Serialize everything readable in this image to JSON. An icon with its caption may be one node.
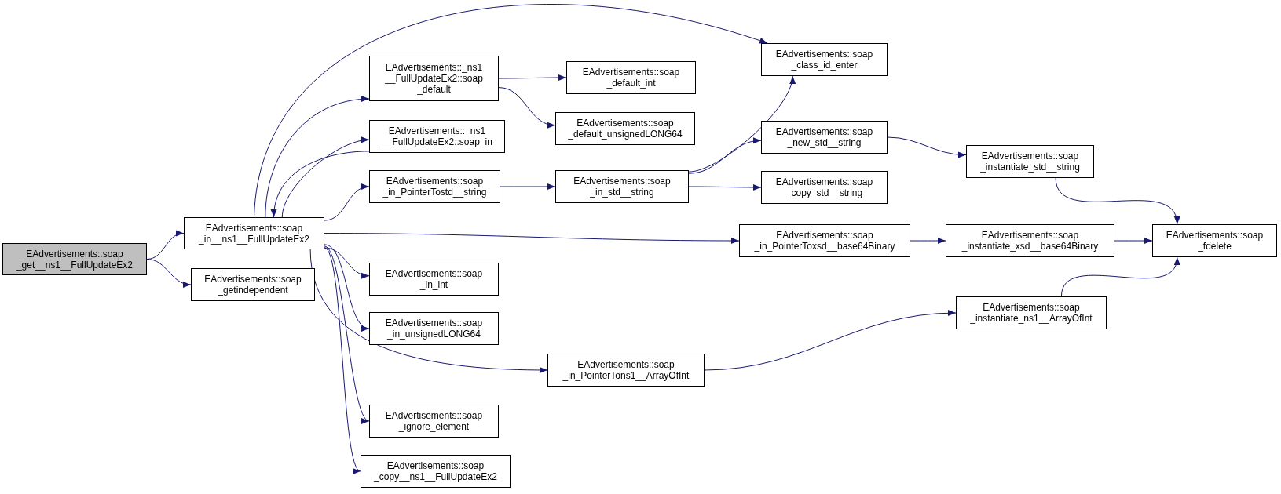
{
  "diagram": {
    "nodes": [
      {
        "text": [
          "EAdvertisements::soap _get__ns1__FullUpdateEx2"
        ]
      },
      {
        "text": [
          "EAdvertisements::soap _in__ns1__FullUpdateEx2"
        ]
      },
      {
        "text": [
          "EAdvertisements::soap _getindependent"
        ]
      },
      {
        "text": [
          "EAdvertisements::_ns1 __FullUpdateEx2::soap _default"
        ]
      },
      {
        "text": [
          "EAdvertisements::_ns1 __FullUpdateEx2::soap_in"
        ]
      },
      {
        "text": [
          "EAdvertisements::soap _in_PointerTostd__string"
        ]
      },
      {
        "text": [
          "EAdvertisements::soap _in_int"
        ]
      },
      {
        "text": [
          "EAdvertisements::soap _in_unsignedLONG64"
        ]
      },
      {
        "text": [
          "EAdvertisements::soap _ignore_element"
        ]
      },
      {
        "text": [
          "EAdvertisements::soap _copy__ns1__FullUpdateEx2"
        ]
      },
      {
        "text": [
          "EAdvertisements::soap _default_int"
        ]
      },
      {
        "text": [
          "EAdvertisements::soap _default_unsignedLONG64"
        ]
      },
      {
        "text": [
          "EAdvertisements::soap _in_std__string"
        ]
      },
      {
        "text": [
          "EAdvertisements::soap _in_PointerTons1__ArrayOfInt"
        ]
      },
      {
        "text": [
          "EAdvertisements::soap _class_id_enter"
        ]
      },
      {
        "text": [
          "EAdvertisements::soap _new_std__string"
        ]
      },
      {
        "text": [
          "EAdvertisements::soap _copy_std__string"
        ]
      },
      {
        "text": [
          "EAdvertisements::soap _in_PointerToxsd__base64Binary"
        ]
      },
      {
        "text": [
          "EAdvertisements::soap _instantiate_std__string"
        ]
      },
      {
        "text": [
          "EAdvertisements::soap _instantiate_xsd__base64Binary"
        ]
      },
      {
        "text": [
          "EAdvertisements::soap _instantiate_ns1__ArrayOfInt"
        ]
      },
      {
        "text": [
          "EAdvertisements::soap _fdelete"
        ]
      }
    ],
    "edges": [
      {
        "from": 0,
        "to": 1,
        "arrow": "to"
      },
      {
        "from": 0,
        "to": 2,
        "arrow": "to"
      },
      {
        "from": 1,
        "to": 3,
        "arrow": "to"
      },
      {
        "from": 1,
        "to": 4,
        "arrow": "to"
      },
      {
        "from": 4,
        "to": 1,
        "arrow": "to"
      },
      {
        "from": 1,
        "to": 5,
        "arrow": "to"
      },
      {
        "from": 1,
        "to": 6,
        "arrow": "to"
      },
      {
        "from": 1,
        "to": 7,
        "arrow": "to"
      },
      {
        "from": 1,
        "to": 8,
        "arrow": "to"
      },
      {
        "from": 1,
        "to": 9,
        "arrow": "to"
      },
      {
        "from": 1,
        "to": 13,
        "arrow": "to"
      },
      {
        "from": 1,
        "to": 17,
        "arrow": "to"
      },
      {
        "from": 1,
        "to": 14,
        "arrow": "to"
      },
      {
        "from": 3,
        "to": 10,
        "arrow": "to"
      },
      {
        "from": 3,
        "to": 11,
        "arrow": "to"
      },
      {
        "from": 5,
        "to": 12,
        "arrow": "to"
      },
      {
        "from": 12,
        "to": 14,
        "arrow": "to"
      },
      {
        "from": 12,
        "to": 15,
        "arrow": "to"
      },
      {
        "from": 12,
        "to": 16,
        "arrow": "to"
      },
      {
        "from": 15,
        "to": 18,
        "arrow": "to"
      },
      {
        "from": 18,
        "to": 21,
        "arrow": "to"
      },
      {
        "from": 17,
        "to": 19,
        "arrow": "to"
      },
      {
        "from": 19,
        "to": 21,
        "arrow": "to"
      },
      {
        "from": 13,
        "to": 20,
        "arrow": "to"
      },
      {
        "from": 20,
        "to": 21,
        "arrow": "to"
      }
    ]
  }
}
